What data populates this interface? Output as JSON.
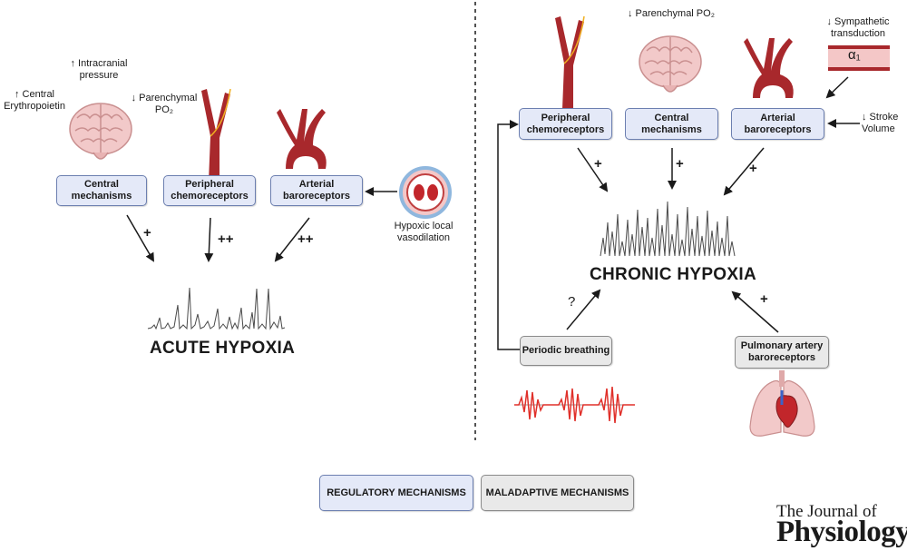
{
  "acute": {
    "title": "ACUTE HYPOXIA",
    "boxes": {
      "central": "Central mechanisms",
      "peripheral": "Peripheral chemoreceptors",
      "arterial": "Arterial baroreceptors"
    },
    "labels": {
      "central_epo": "↑ Central Erythropoietin",
      "icp": "↑ Intracranial pressure",
      "po2": "↓ Parenchymal PO₂",
      "vasodilation": "Hypoxic local vasodilation"
    },
    "signs": {
      "central": "+",
      "peripheral": "++",
      "arterial": "++"
    }
  },
  "chronic": {
    "title": "CHRONIC HYPOXIA",
    "boxes": {
      "peripheral": "Peripheral chemoreceptors",
      "central": "Central mechanisms",
      "arterial": "Arterial baroreceptors",
      "periodic": "Periodic breathing",
      "pulmonary": "Pulmonary artery baroreceptors"
    },
    "labels": {
      "po2": "↓ Parenchymal PO₂",
      "sympathetic": "↓ Sympathetic transduction",
      "alpha": "α₁",
      "stroke": "↓ Stroke Volume"
    },
    "signs": {
      "peripheral": "+",
      "central": "+",
      "arterial": "+",
      "periodic": "?",
      "pulmonary": "+"
    }
  },
  "legend": {
    "regulatory": "REGULATORY MECHANISMS",
    "maladaptive": "MALADAPTIVE MECHANISMS"
  },
  "journal": {
    "line1": "The Journal of",
    "line2": "Physiology"
  },
  "colors": {
    "regulatory_fill": "#e4e9f8",
    "maladaptive_fill": "#e9e9e9",
    "artery": "#a8282c",
    "brain": "#f2c9c9",
    "ecg_red": "#e0302a"
  },
  "icons": [
    "brain-icon",
    "artery-icon",
    "aortic-arch-icon",
    "vessel-cross-section-icon",
    "vessel-segment-icon",
    "lungs-heart-icon"
  ]
}
